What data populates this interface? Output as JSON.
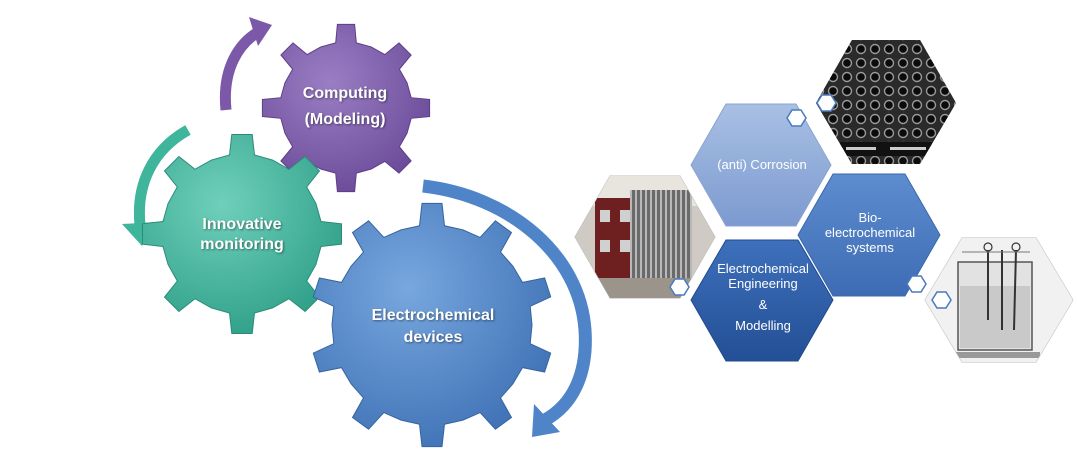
{
  "gears": {
    "computing": {
      "line1": "Computing",
      "line2": "(Modeling)",
      "color": "#7b59a8"
    },
    "monitoring": {
      "line1": "Innovative",
      "line2": "monitoring",
      "color": "#3fb59c"
    },
    "devices": {
      "line1": "Electrochemical",
      "line2": "devices",
      "color": "#4f85c8"
    }
  },
  "hexagons": {
    "corrosion": {
      "label": "(anti) Corrosion",
      "color": "#8eaad8"
    },
    "bio": {
      "line1": "Bio-",
      "line2": "electrochemical",
      "line3": "systems",
      "color": "#4a79c0"
    },
    "engineering": {
      "line1": "Electrochemical",
      "line2": "Engineering",
      "line3": "&",
      "line4": "Modelling",
      "color": "#2c5fa8"
    }
  },
  "photos": {
    "stack": {
      "icon": "fuel-cell-stack-photo"
    },
    "sem": {
      "icon": "porous-microstructure-sem-image"
    },
    "schematic": {
      "icon": "bioreactor-schematic-drawing"
    }
  },
  "colors": {
    "arrow_purple": "#7b59a8",
    "arrow_teal": "#3fb59c",
    "arrow_blue": "#4f85c8"
  }
}
